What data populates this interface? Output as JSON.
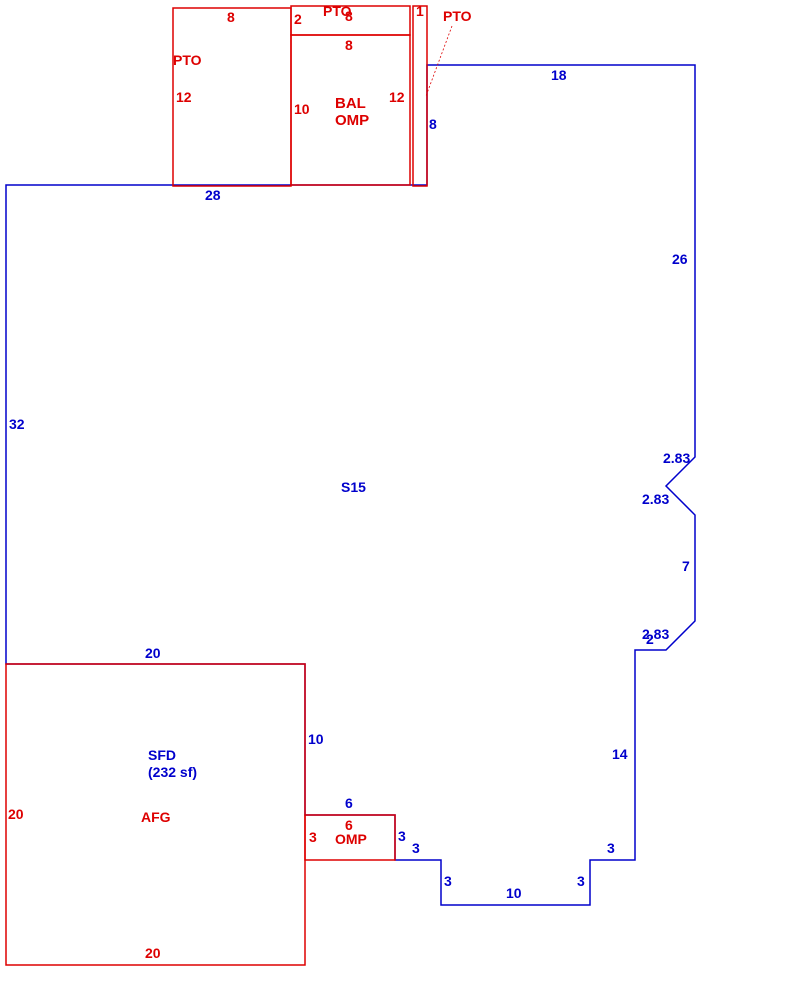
{
  "colors": {
    "blue": "#0000cc",
    "red": "#dd0000",
    "background": "#ffffff"
  },
  "main_area": {
    "code": "S15",
    "dims": {
      "top_right": "18",
      "right_upper": "26",
      "diag_a": "2.83",
      "diag_b": "2.83",
      "right_mid": "7",
      "diag_c": "2.83",
      "step_small": "2",
      "right_lower": "14",
      "step_right": "3",
      "drop_right": "3",
      "bottom": "10",
      "drop_left": "3",
      "step_left": "3",
      "left": "32",
      "top_left": "28",
      "connector": "8"
    }
  },
  "garage": {
    "code": "SFD",
    "area": "(232 sf)",
    "sub_code": "AFG",
    "dims": {
      "top": "20",
      "right": "10",
      "left": "20",
      "bottom": "20"
    }
  },
  "porch": {
    "code": "OMP",
    "dims": {
      "top_blue": "6",
      "top_red": "6",
      "left": "3",
      "right": "3"
    }
  },
  "upper_left_patio": {
    "code": "PTO",
    "dims": {
      "top": "8",
      "left": "12"
    }
  },
  "upper_strip_patio": {
    "code": "PTO",
    "dims": {
      "top": "8",
      "left": "2"
    }
  },
  "balcony": {
    "code_line1": "BAL",
    "code_line2": "OMP",
    "dims": {
      "top": "8",
      "left": "10",
      "right": "12"
    }
  },
  "narrow_patio": {
    "code": "PTO",
    "dims": {
      "top": "1"
    }
  }
}
